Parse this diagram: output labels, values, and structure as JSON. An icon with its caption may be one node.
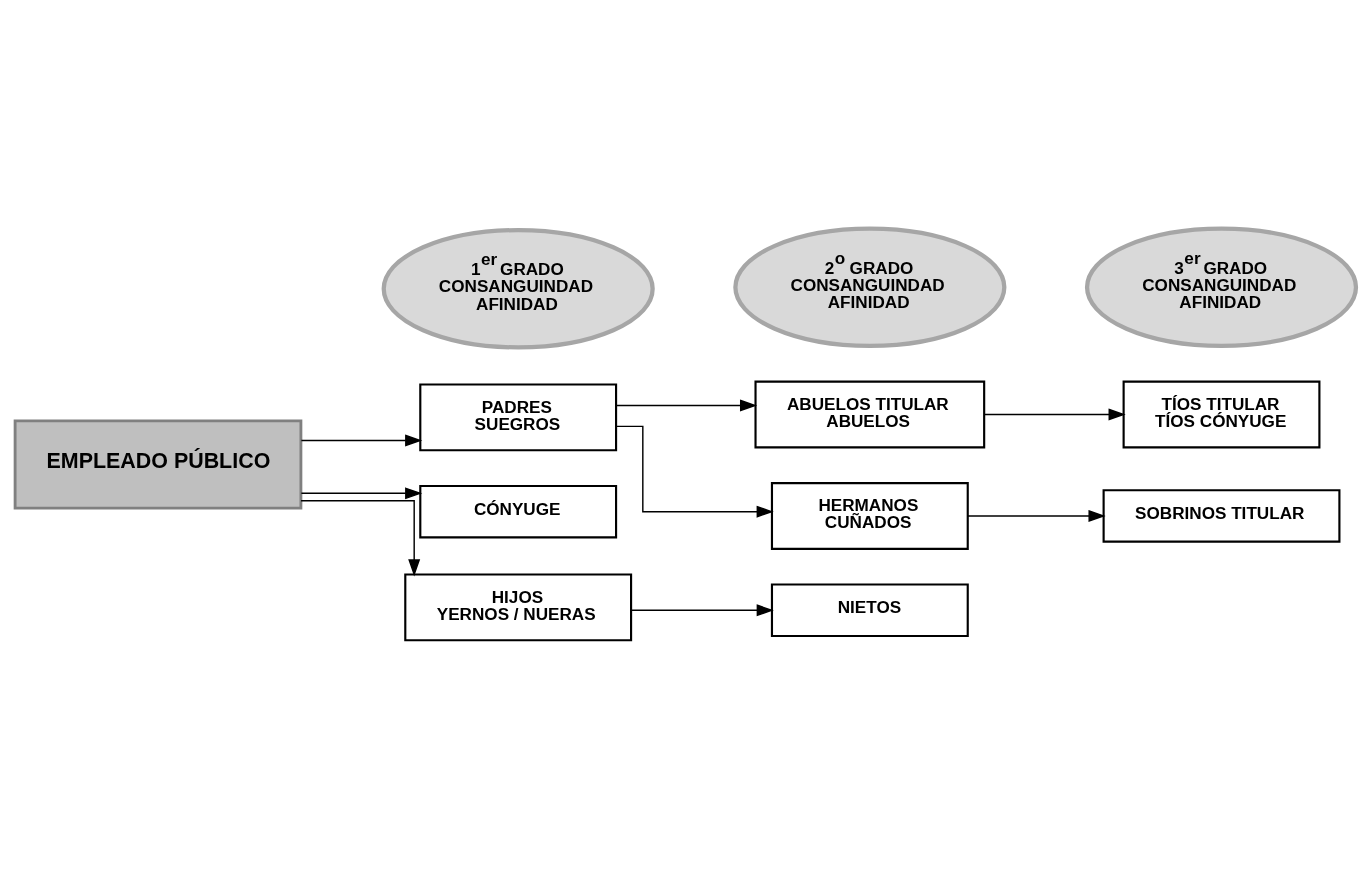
{
  "diagram": {
    "nodes": [
      {
        "text": [
          "1$^{er}$ GRADO",
          "CONSANGUINDAD",
          "AFINIDAD"
        ]
      },
      {
        "text": [
          "2$^{o}$ GRADO",
          "CONSANGUINDAD",
          "AFINIDAD"
        ]
      },
      {
        "text": [
          "3$^{er}$ GRADO",
          "CONSANGUINDAD",
          "AFINIDAD"
        ]
      },
      {
        "text": [
          "EMPLEADO PÚBLICO"
        ]
      },
      {
        "text": [
          "PADRES",
          "SUEGROS"
        ]
      },
      {
        "text": [
          "CÓNYUGE"
        ]
      },
      {
        "text": [
          "HIJOS",
          "YERNOS / NUERAS"
        ]
      },
      {
        "text": [
          "ABUELOS TITULAR",
          "ABUELOS"
        ]
      },
      {
        "text": [
          "HERMANOS",
          "CUÑADOS"
        ]
      },
      {
        "text": [
          "NIETOS"
        ]
      },
      {
        "text": [
          "TÍOS TITULAR",
          "TÍOS CÓNYUGE"
        ]
      },
      {
        "text": [
          "SOBRINOS TITULAR"
        ]
      }
    ],
    "edges": [
      {
        "from": 3,
        "to": 4,
        "arrow": "to"
      },
      {
        "from": 3,
        "to": 5,
        "arrow": "to"
      },
      {
        "from": 3,
        "to": 6,
        "arrow": "to"
      },
      {
        "from": 4,
        "to": 7,
        "arrow": "to"
      },
      {
        "from": 4,
        "to": 8,
        "arrow": "to"
      },
      {
        "from": 6,
        "to": 9,
        "arrow": "to"
      },
      {
        "from": 7,
        "to": 10,
        "arrow": "to"
      },
      {
        "from": 8,
        "to": 11,
        "arrow": "to"
      }
    ]
  }
}
